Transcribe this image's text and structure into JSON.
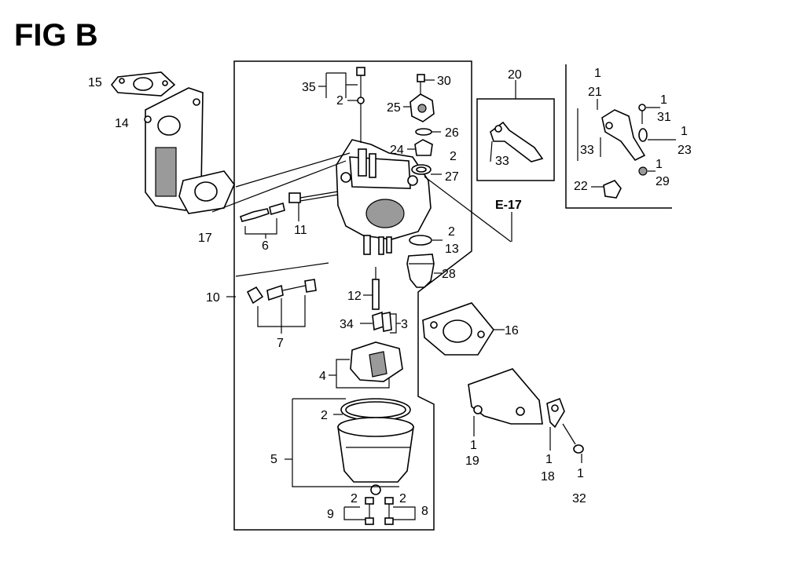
{
  "figure": {
    "title": "FIG B",
    "reference_label": "E-17"
  },
  "callouts": [
    {
      "id": "c15",
      "text": "15"
    },
    {
      "id": "c14",
      "text": "14"
    },
    {
      "id": "c17",
      "text": "17"
    },
    {
      "id": "c35",
      "text": "35"
    },
    {
      "id": "c35q",
      "text": "2"
    },
    {
      "id": "c30",
      "text": "30"
    },
    {
      "id": "c25",
      "text": "25"
    },
    {
      "id": "c26",
      "text": "26"
    },
    {
      "id": "c24",
      "text": "24"
    },
    {
      "id": "c24q",
      "text": "2"
    },
    {
      "id": "c27",
      "text": "27"
    },
    {
      "id": "c6",
      "text": "6"
    },
    {
      "id": "c11",
      "text": "11"
    },
    {
      "id": "c13q",
      "text": "2"
    },
    {
      "id": "c13",
      "text": "13"
    },
    {
      "id": "c28",
      "text": "28"
    },
    {
      "id": "c10",
      "text": "10"
    },
    {
      "id": "c7",
      "text": "7"
    },
    {
      "id": "c12",
      "text": "12"
    },
    {
      "id": "c34",
      "text": "34"
    },
    {
      "id": "c3",
      "text": "3"
    },
    {
      "id": "c16",
      "text": "16"
    },
    {
      "id": "c4",
      "text": "4"
    },
    {
      "id": "c2a",
      "text": "2"
    },
    {
      "id": "c5",
      "text": "5"
    },
    {
      "id": "c9",
      "text": "9"
    },
    {
      "id": "c9q",
      "text": "2"
    },
    {
      "id": "c8q",
      "text": "2"
    },
    {
      "id": "c8",
      "text": "8"
    },
    {
      "id": "c20",
      "text": "20"
    },
    {
      "id": "c33a",
      "text": "33"
    },
    {
      "id": "c21q",
      "text": "1"
    },
    {
      "id": "c21",
      "text": "21"
    },
    {
      "id": "c31q",
      "text": "1"
    },
    {
      "id": "c31",
      "text": "31"
    },
    {
      "id": "c23q",
      "text": "1"
    },
    {
      "id": "c23",
      "text": "23"
    },
    {
      "id": "c33b",
      "text": "33"
    },
    {
      "id": "c29q",
      "text": "1"
    },
    {
      "id": "c29",
      "text": "29"
    },
    {
      "id": "c22",
      "text": "22"
    },
    {
      "id": "c19q",
      "text": "1"
    },
    {
      "id": "c19",
      "text": "19"
    },
    {
      "id": "c18q",
      "text": "1"
    },
    {
      "id": "c18",
      "text": "18"
    },
    {
      "id": "c32q",
      "text": "1"
    },
    {
      "id": "c32",
      "text": "32"
    }
  ]
}
